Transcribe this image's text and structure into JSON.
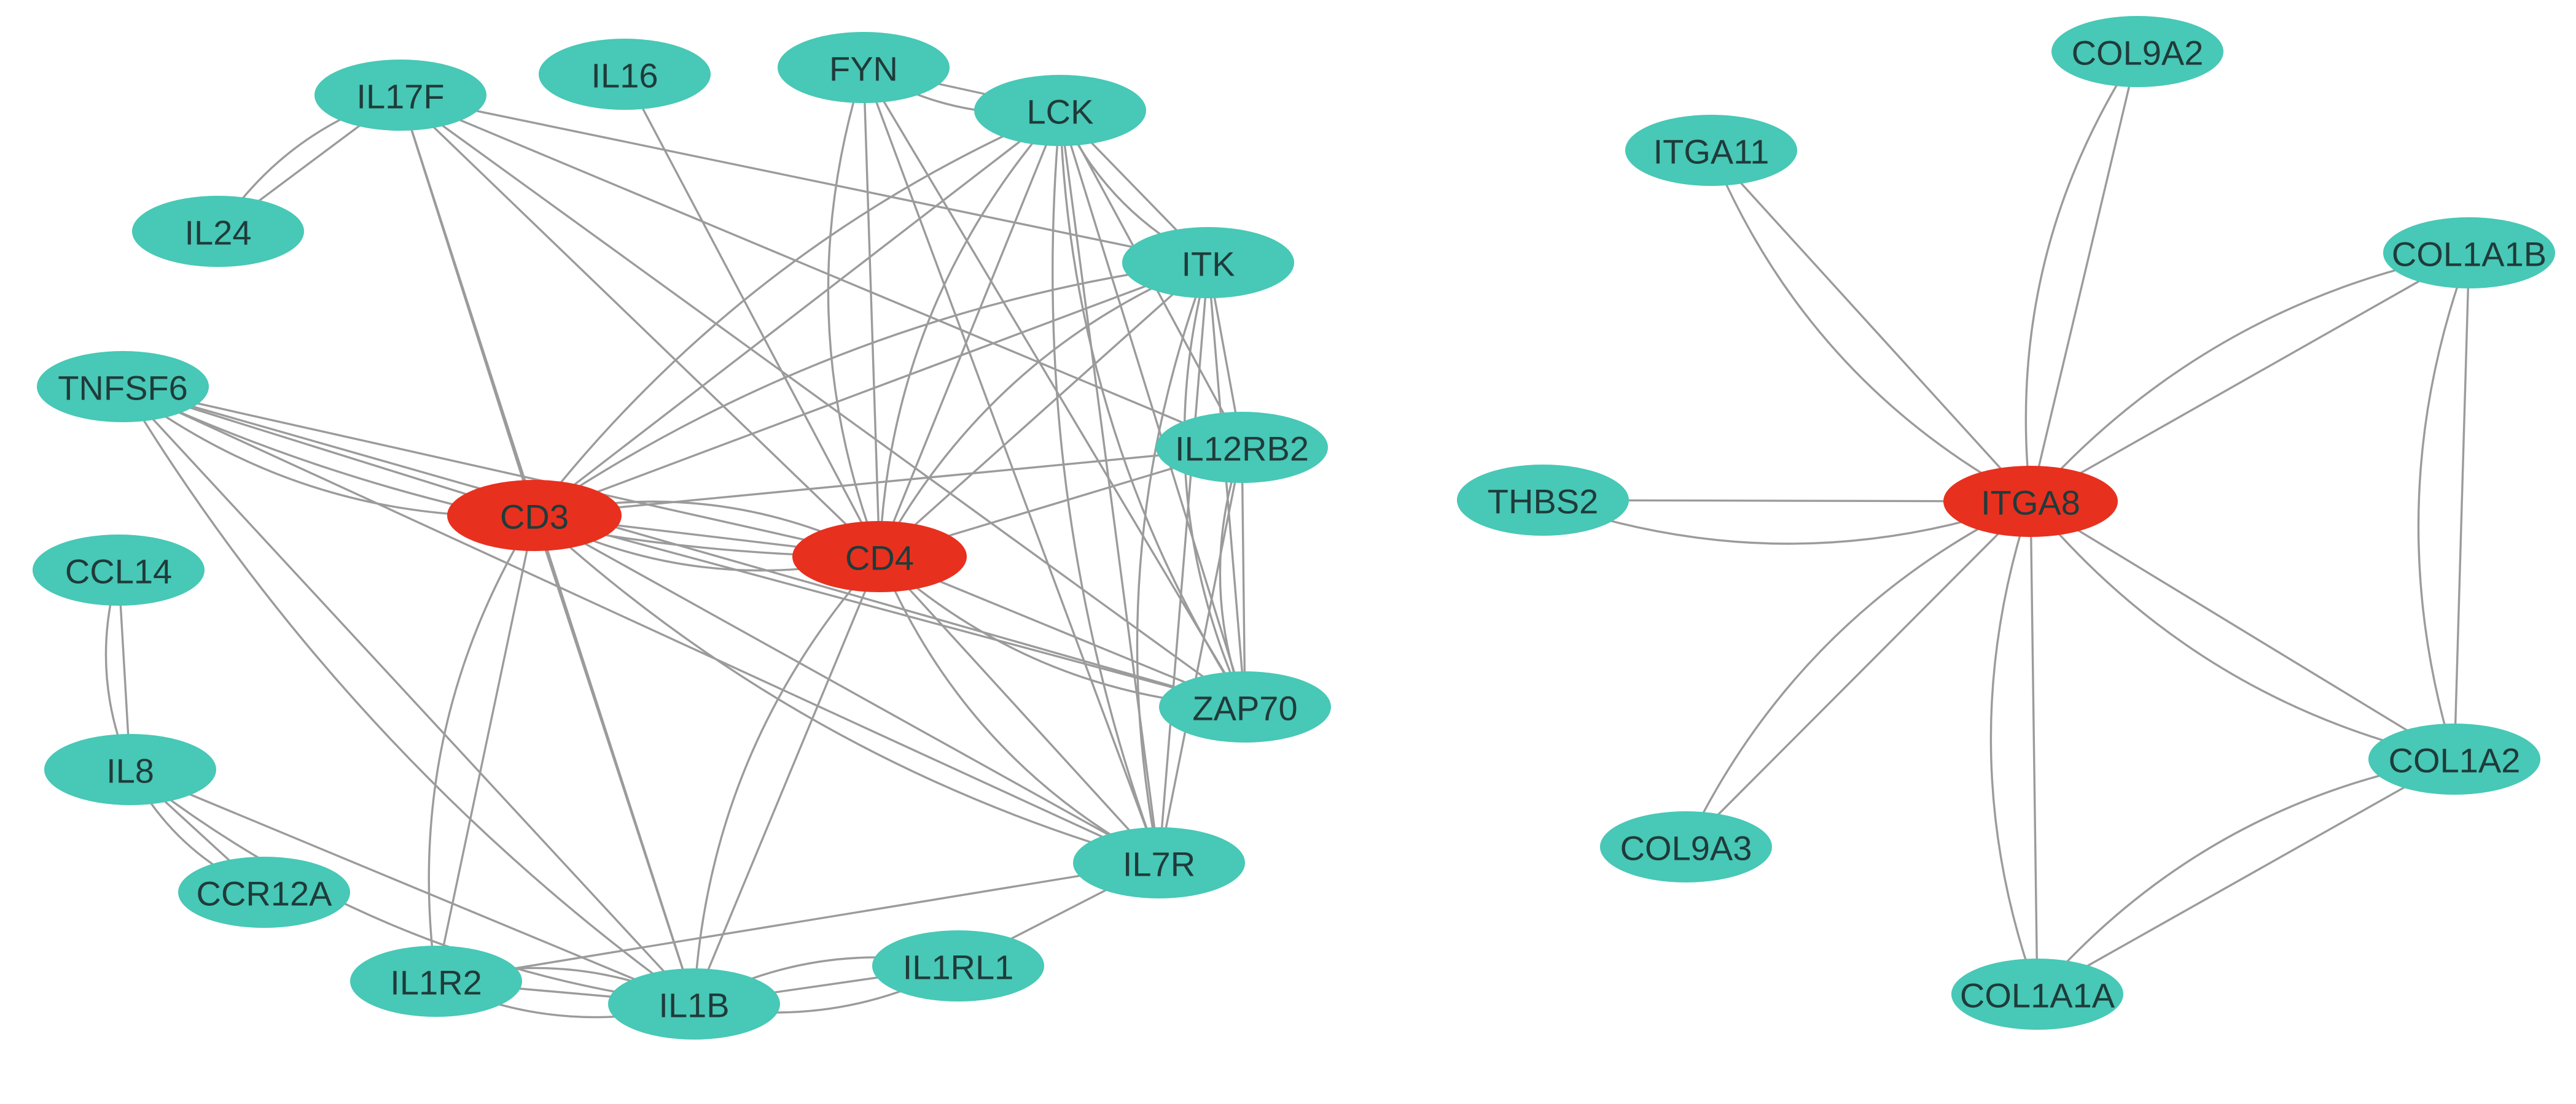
{
  "colors": {
    "default_node": "#48c8b6",
    "hub_node": "#e8301f",
    "edge": "#9b9b9b",
    "label": "#1f3b3a"
  },
  "nodes": [
    {
      "id": "IL17F",
      "label": "IL17F",
      "kind": "default"
    },
    {
      "id": "IL16",
      "label": "IL16",
      "kind": "default"
    },
    {
      "id": "FYN",
      "label": "FYN",
      "kind": "default"
    },
    {
      "id": "LCK",
      "label": "LCK",
      "kind": "default"
    },
    {
      "id": "IL24",
      "label": "IL24",
      "kind": "default"
    },
    {
      "id": "ITK",
      "label": "ITK",
      "kind": "default"
    },
    {
      "id": "TNFSF6",
      "label": "TNFSF6",
      "kind": "default"
    },
    {
      "id": "IL12RB2",
      "label": "IL12RB2",
      "kind": "default"
    },
    {
      "id": "CD3",
      "label": "CD3",
      "kind": "hub"
    },
    {
      "id": "CD4",
      "label": "CD4",
      "kind": "hub"
    },
    {
      "id": "CCL14",
      "label": "CCL14",
      "kind": "default"
    },
    {
      "id": "ZAP70",
      "label": "ZAP70",
      "kind": "default"
    },
    {
      "id": "IL8",
      "label": "IL8",
      "kind": "default"
    },
    {
      "id": "IL7R",
      "label": "IL7R",
      "kind": "default"
    },
    {
      "id": "CCR12A",
      "label": "CCR12A",
      "kind": "default"
    },
    {
      "id": "IL1RL1",
      "label": "IL1RL1",
      "kind": "default"
    },
    {
      "id": "IL1R2",
      "label": "IL1R2",
      "kind": "default"
    },
    {
      "id": "IL1B",
      "label": "IL1B",
      "kind": "default"
    },
    {
      "id": "COL9A2",
      "label": "COL9A2",
      "kind": "default"
    },
    {
      "id": "ITGA11",
      "label": "ITGA11",
      "kind": "default"
    },
    {
      "id": "COL1A1B",
      "label": "COL1A1B",
      "kind": "default"
    },
    {
      "id": "THBS2",
      "label": "THBS2",
      "kind": "default"
    },
    {
      "id": "ITGA8",
      "label": "ITGA8",
      "kind": "hub"
    },
    {
      "id": "COL1A2",
      "label": "COL1A2",
      "kind": "default"
    },
    {
      "id": "COL9A3",
      "label": "COL9A3",
      "kind": "default"
    },
    {
      "id": "COL1A1A",
      "label": "COL1A1A",
      "kind": "default"
    }
  ],
  "edges": [
    [
      "IL17F",
      "IL24"
    ],
    [
      "IL17F",
      "IL24"
    ],
    [
      "IL17F",
      "CD3"
    ],
    [
      "IL17F",
      "CD4"
    ],
    [
      "IL17F",
      "IL1B"
    ],
    [
      "IL17F",
      "IL12RB2"
    ],
    [
      "IL17F",
      "ITK"
    ],
    [
      "IL17F",
      "ZAP70"
    ],
    [
      "IL16",
      "CD4"
    ],
    [
      "FYN",
      "LCK"
    ],
    [
      "FYN",
      "LCK"
    ],
    [
      "FYN",
      "CD4"
    ],
    [
      "FYN",
      "CD4"
    ],
    [
      "FYN",
      "ZAP70"
    ],
    [
      "FYN",
      "IL7R"
    ],
    [
      "LCK",
      "CD3"
    ],
    [
      "LCK",
      "CD3"
    ],
    [
      "LCK",
      "CD4"
    ],
    [
      "LCK",
      "CD4"
    ],
    [
      "LCK",
      "ITK"
    ],
    [
      "LCK",
      "ITK"
    ],
    [
      "LCK",
      "IL12RB2"
    ],
    [
      "LCK",
      "ZAP70"
    ],
    [
      "LCK",
      "ZAP70"
    ],
    [
      "LCK",
      "IL7R"
    ],
    [
      "LCK",
      "IL7R"
    ],
    [
      "ITK",
      "CD3"
    ],
    [
      "ITK",
      "CD3"
    ],
    [
      "ITK",
      "CD4"
    ],
    [
      "ITK",
      "CD4"
    ],
    [
      "ITK",
      "IL12RB2"
    ],
    [
      "ITK",
      "ZAP70"
    ],
    [
      "ITK",
      "ZAP70"
    ],
    [
      "ITK",
      "IL7R"
    ],
    [
      "ITK",
      "IL7R"
    ],
    [
      "TNFSF6",
      "CD3"
    ],
    [
      "TNFSF6",
      "CD3"
    ],
    [
      "TNFSF6",
      "CD4"
    ],
    [
      "TNFSF6",
      "CD4"
    ],
    [
      "TNFSF6",
      "ZAP70"
    ],
    [
      "TNFSF6",
      "IL7R"
    ],
    [
      "TNFSF6",
      "IL1B"
    ],
    [
      "TNFSF6",
      "IL1B"
    ],
    [
      "IL12RB2",
      "CD3"
    ],
    [
      "IL12RB2",
      "CD4"
    ],
    [
      "IL12RB2",
      "ZAP70"
    ],
    [
      "IL12RB2",
      "ZAP70"
    ],
    [
      "IL12RB2",
      "IL7R"
    ],
    [
      "CD3",
      "CD4"
    ],
    [
      "CD3",
      "CD4"
    ],
    [
      "CD3",
      "CD4"
    ],
    [
      "CD3",
      "ZAP70"
    ],
    [
      "CD3",
      "IL7R"
    ],
    [
      "CD3",
      "IL7R"
    ],
    [
      "CD3",
      "IL1B"
    ],
    [
      "CD3",
      "IL1R2"
    ],
    [
      "CD3",
      "IL1R2"
    ],
    [
      "CD4",
      "ZAP70"
    ],
    [
      "CD4",
      "ZAP70"
    ],
    [
      "CD4",
      "IL7R"
    ],
    [
      "CD4",
      "IL7R"
    ],
    [
      "CD4",
      "IL1B"
    ],
    [
      "CD4",
      "IL1B"
    ],
    [
      "CCL14",
      "IL8"
    ],
    [
      "CCL14",
      "IL8"
    ],
    [
      "IL8",
      "CCR12A"
    ],
    [
      "IL8",
      "CCR12A"
    ],
    [
      "IL8",
      "IL1B"
    ],
    [
      "IL8",
      "IL1B"
    ],
    [
      "IL7R",
      "IL1RL1"
    ],
    [
      "IL7R",
      "IL1R2"
    ],
    [
      "IL1RL1",
      "IL1B"
    ],
    [
      "IL1RL1",
      "IL1B"
    ],
    [
      "IL1RL1",
      "IL1B"
    ],
    [
      "IL1R2",
      "IL1B"
    ],
    [
      "IL1R2",
      "IL1B"
    ],
    [
      "IL1R2",
      "IL1B"
    ],
    [
      "COL9A2",
      "ITGA8"
    ],
    [
      "COL9A2",
      "ITGA8"
    ],
    [
      "ITGA11",
      "ITGA8"
    ],
    [
      "ITGA11",
      "ITGA8"
    ],
    [
      "COL1A1B",
      "ITGA8"
    ],
    [
      "COL1A1B",
      "ITGA8"
    ],
    [
      "COL1A1B",
      "COL1A2"
    ],
    [
      "COL1A1B",
      "COL1A2"
    ],
    [
      "THBS2",
      "ITGA8"
    ],
    [
      "THBS2",
      "ITGA8"
    ],
    [
      "ITGA8",
      "COL1A2"
    ],
    [
      "ITGA8",
      "COL1A2"
    ],
    [
      "ITGA8",
      "COL9A3"
    ],
    [
      "ITGA8",
      "COL9A3"
    ],
    [
      "ITGA8",
      "COL1A1A"
    ],
    [
      "ITGA8",
      "COL1A1A"
    ],
    [
      "COL1A2",
      "COL1A1A"
    ],
    [
      "COL1A2",
      "COL1A1A"
    ]
  ]
}
